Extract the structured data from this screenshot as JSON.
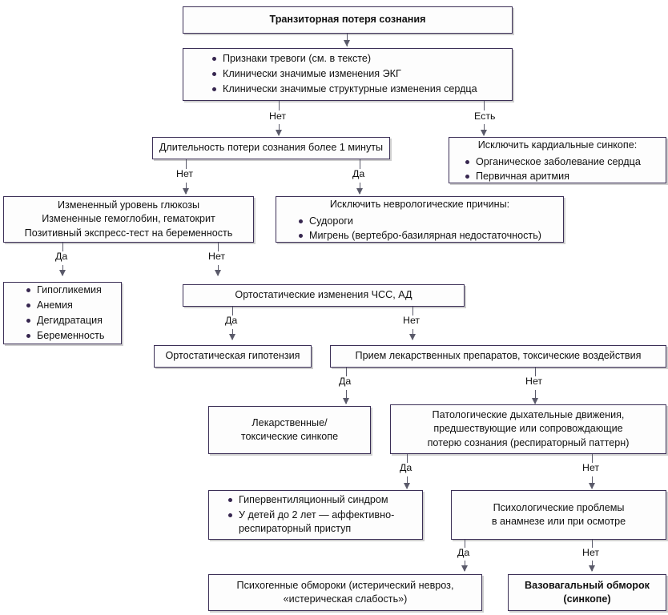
{
  "diagram": {
    "title": "Транзиторная потеря сознания",
    "language": "ru",
    "edge_labels": {
      "no": "Нет",
      "yes": "Да",
      "present": "Есть"
    },
    "nodes": {
      "root": {
        "text": "Транзиторная потеря сознания"
      },
      "alarm": {
        "bullets": [
          "Признаки тревоги (см. в тексте)",
          "Клинически значимые изменения ЭКГ",
          "Клинически значимые структурные изменения сердца"
        ]
      },
      "cardiac": {
        "header": "Исключить кардиальные синкопе:",
        "bullets": [
          "Органическое заболевание сердца",
          "Первичная аритмия"
        ]
      },
      "duration": {
        "text": "Длительность потери сознания более 1 минуты"
      },
      "labs": {
        "lines": [
          "Измененный уровень глюкозы",
          "Измененные гемоглобин, гематокрит",
          "Позитивный экспресс-тест на беременность"
        ]
      },
      "neuro": {
        "header": "Исключить неврологические причины:",
        "bullets": [
          "Судороги",
          "Мигрень (вертебро-базилярная недостаточность)"
        ]
      },
      "metabolic": {
        "bullets": [
          "Гипогликемия",
          "Анемия",
          "Дегидратация",
          "Беременность"
        ]
      },
      "orthostatic": {
        "text": "Ортостатические изменения ЧСС, АД"
      },
      "orthohypo": {
        "text": "Ортостатическая гипотензия"
      },
      "drugs": {
        "text": "Прием лекарственных препаратов, токсические воздействия"
      },
      "drugsyncope": {
        "lines": [
          "Лекарственные/",
          "токсические синкопе"
        ]
      },
      "respiratory": {
        "lines": [
          "Патологические дыхательные движения,",
          "предшествующие или сопровождающие",
          "потерю сознания (респираторный паттерн)"
        ]
      },
      "hyperventilation": {
        "bullets": [
          "Гипервентиляционный синдром",
          "У детей до 2 лет — аффективно-респираторный приступ"
        ]
      },
      "psych": {
        "lines": [
          "Психологические проблемы",
          "в анамнезе или при осмотре"
        ]
      },
      "psychogenic": {
        "lines": [
          "Психогенные обмороки (истерический невроз,",
          "«истерическая слабость»)"
        ]
      },
      "vasovagal": {
        "lines": [
          "Вазовагальный обморок",
          "(синкопе)"
        ]
      }
    },
    "colors": {
      "border": "#3b2f56",
      "connector": "#5a5a6a",
      "bullet": "#36264f",
      "text": "#111111",
      "background": "#ffffff",
      "shadow": "#cfcfcf"
    }
  }
}
